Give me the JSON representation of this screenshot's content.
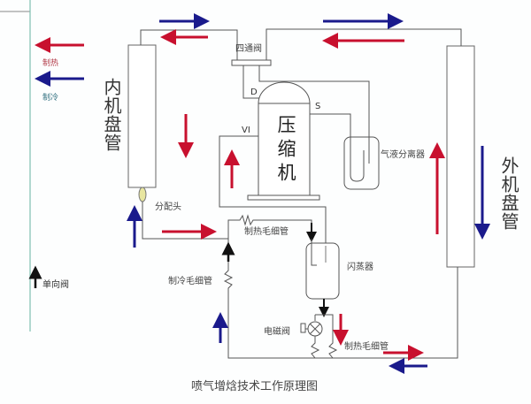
{
  "title": "喷气增焓技术工作原理图",
  "legend": {
    "heating_label": "制热",
    "cooling_label": "制冷",
    "check_valve_label": "单向阀",
    "heating_color": "#c8102e",
    "cooling_color": "#1a1a8c"
  },
  "components": {
    "indoor_coil": "内机盘管",
    "outdoor_coil": "外机盘管",
    "four_way_valve": "四通阀",
    "compressor": "压缩机",
    "port_d": "D",
    "port_s": "S",
    "port_vi": "VI",
    "gas_liquid_separator": "气液分离器",
    "distributor": "分配头",
    "heating_capillary_top": "制热毛细管",
    "cooling_capillary": "制冷毛细管",
    "flash_tank": "闪蒸器",
    "solenoid_valve": "电磁阀",
    "heating_capillary_bottom": "制热毛细管"
  }
}
